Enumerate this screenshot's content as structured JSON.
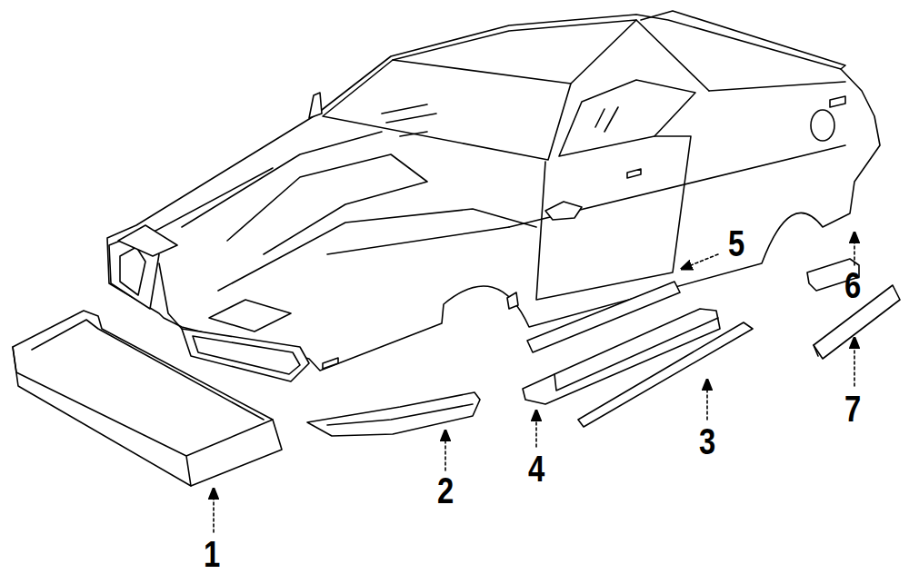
{
  "diagram": {
    "labels": [
      "5",
      "6",
      "7",
      "3",
      "4",
      "2",
      "1"
    ]
  }
}
